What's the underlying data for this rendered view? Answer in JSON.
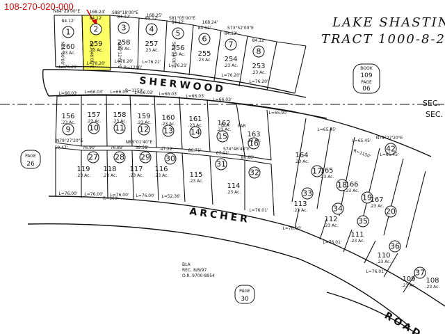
{
  "header": {
    "parcel_id": "108-270-020-000",
    "tract_line1": "LAKE SHASTINA",
    "tract_line2": "TRACT 1000-8-2"
  },
  "colors": {
    "highlight": "#ffff66",
    "arrow": "#d40000",
    "ink": "#111111"
  },
  "streets": {
    "sherwood": "SHERWOOD",
    "archer": "ARCHER",
    "road": "ROAD"
  },
  "section": {
    "label1": "SEC.",
    "label2": "SEC."
  },
  "book_ref": {
    "line1": "BOOK",
    "line2": "109",
    "line3": "PAGE",
    "line4": "06"
  },
  "page_refs": {
    "left": {
      "line1": "PAGE",
      "line2": "26"
    },
    "bottom": {
      "line1": "PAGE",
      "line2": "30"
    }
  },
  "recording": {
    "line1": "BLA",
    "line2": "REC. 8/8/97",
    "line3": "O.R. 9700-8954"
  },
  "top_row": {
    "circled": [
      "1",
      "2",
      "3",
      "4",
      "5",
      "6",
      "7",
      "8"
    ],
    "lots": [
      "260",
      "259",
      "258",
      "257",
      "256",
      "255",
      "254",
      "253"
    ],
    "acres": [
      ".23 Ac.",
      ".23 Ac.",
      ".23 Ac.",
      ".23 Ac.",
      ".23 Ac.",
      ".23 Ac.",
      ".23 Ac.",
      ".23 Ac."
    ],
    "front_dims": [
      "L=76.21'",
      "L=76.20'",
      "L=76.20'",
      "L=76.21'",
      "L=76.21'",
      "",
      "L=76.20'",
      "L=76.20'"
    ],
    "back_dims": [
      "84.12'",
      "84.12'",
      "84.12'",
      "84.12'",
      "84.12'",
      "84.12'",
      "84.12'",
      "84.12'"
    ],
    "bearings": [
      "N84°29'00\"E",
      "168.24'",
      "S88°18'00\"E",
      "168.25'",
      "S81°05'00\"E",
      "168.24'",
      "S73°52'00\"E"
    ],
    "radius": "R=1210'",
    "side_bearings": [
      "N05°00'00\"E",
      "S03°46'00\"E",
      "S00°12'00\"E",
      "S01°24'00\"E"
    ]
  },
  "middle_row": {
    "circled": [
      "9",
      "10",
      "11",
      "12",
      "13",
      "14",
      "15",
      "16",
      "17",
      "18",
      "19",
      "20"
    ],
    "lots": [
      "156",
      "157",
      "158",
      "159",
      "160",
      "161",
      "162",
      "163",
      "164",
      "165",
      "166",
      "167"
    ],
    "acres": [
      ".23 Ac.",
      ".23 Ac.",
      ".23 Ac.",
      ".23 Ac.",
      ".23 Ac.",
      ".23 Ac.",
      ".23 Ac.",
      ".23 Ac.",
      ".23 Ac.",
      ".23 Ac.",
      ".23 Ac.",
      ".23 Ac."
    ],
    "top_dims": [
      "L=66.03'",
      "L=66.03'",
      "L=66.03'",
      "L=66.03'",
      "L=66.03'",
      "L=66.03'",
      "L=66.03'",
      "L=65.90'",
      "L=65.45'",
      "L=65.45'",
      "L=65.45'"
    ],
    "radius": "R=1150'",
    "bottom_dims": [
      "59.47'",
      "76.90'",
      "76.89'",
      "39.58'",
      "47.22'",
      "86.71'",
      "67.01'",
      "86.88'"
    ],
    "bearings": [
      "N79°27'20\"E",
      "N88°01'40\"E",
      "S74°46'40\"E",
      "N79°27'20\"E"
    ],
    "bla": "BLA",
    "par": "PAR",
    "radius_right": "R=1150'"
  },
  "lower_row": {
    "circled": [
      "27",
      "28",
      "29",
      "30",
      "31",
      "32",
      "33",
      "34",
      "35",
      "36",
      "37"
    ],
    "lots": [
      "119",
      "118",
      "117",
      "116",
      "115",
      "114",
      "113",
      "112",
      "111",
      "110",
      "109",
      "108"
    ],
    "acres": [
      ".23 Ac.",
      ".23 Ac.",
      ".23 Ac.",
      ".23 Ac.",
      ".23 Ac.",
      ".23 Ac.",
      ".23 Ac.",
      ".23 Ac.",
      ".23 Ac.",
      ".23 Ac.",
      ".23 Ac.",
      ".23 Ac."
    ],
    "front_dims": [
      "L=76.00'",
      "L=76.00'",
      "L=76.00'",
      "L=76.00'",
      "L=52.36'",
      "L=76.01'",
      "L=76.00'",
      "L=76.01'",
      "L=76.01'"
    ],
    "radius": "R=900'"
  },
  "extra_circled": [
    "42"
  ]
}
